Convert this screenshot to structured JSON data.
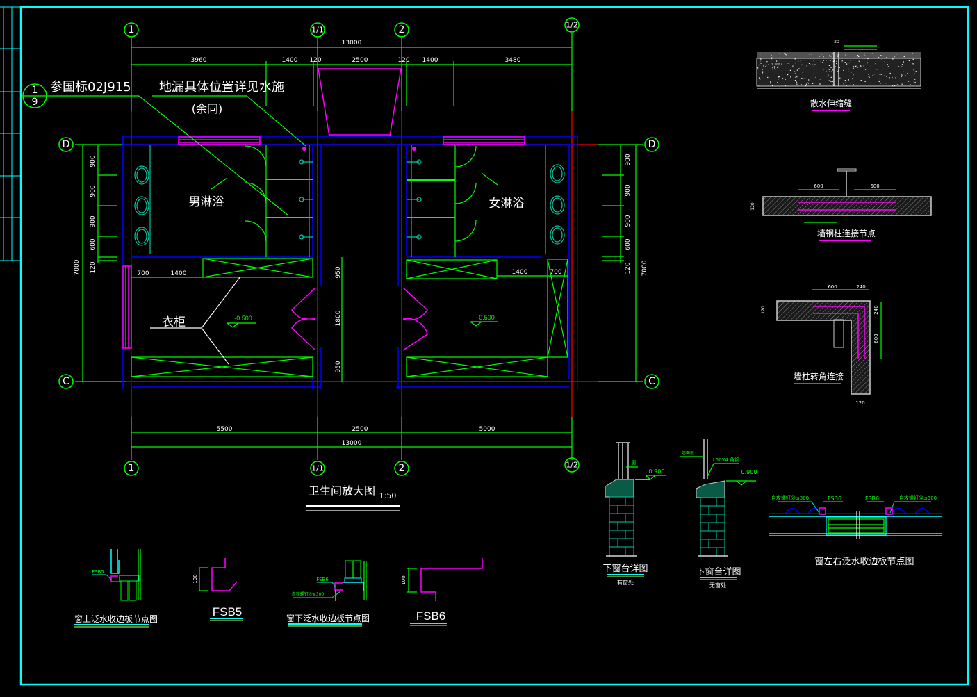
{
  "drawing": {
    "main_plan": {
      "title": "卫生间放大图",
      "scale": "1:50",
      "axes": {
        "vertical": [
          "1",
          "1/1",
          "2",
          "1/2"
        ],
        "horizontal": [
          "D",
          "C"
        ]
      },
      "dims_top_total": "13000",
      "dims_top_segments": [
        "3960",
        "1400",
        "120",
        "2500",
        "120",
        "1400",
        "3480"
      ],
      "dims_bottom_segments": [
        "5500",
        "2500",
        "5000"
      ],
      "dims_bottom_total": "13000",
      "dims_left": [
        "900",
        "900",
        "900",
        "600",
        "120"
      ],
      "dims_left_total": "7000",
      "dims_right": [
        "900",
        "900",
        "900",
        "600",
        "120"
      ],
      "dims_right_total": "7000",
      "dims_inner_left": [
        "700",
        "1400"
      ],
      "dims_inner_right": [
        "1400",
        "700"
      ],
      "dims_door_left": [
        "950",
        "1800",
        "950"
      ],
      "rooms": {
        "men_shower": "男淋浴",
        "women_shower": "女淋浴",
        "wardrobe": "衣柜"
      },
      "elevation_left": "-0.500",
      "elevation_right": "-0.500",
      "detail_ref_top": "1",
      "detail_ref_bottom": "9",
      "note_standard": "参国标02J915",
      "note_drain_line1": "地漏具体位置详见水施",
      "note_drain_line2": "(余同)"
    },
    "details": {
      "apron_joint": {
        "title": "散水伸缩缝",
        "dim": "20"
      },
      "wall_column": {
        "title": "墙钢柱连接节点",
        "dims": [
          "600",
          "600",
          "120"
        ]
      },
      "corner": {
        "title": "墙柱转角连接",
        "dims": [
          "600",
          "240",
          "120",
          "240",
          "600",
          "120"
        ]
      },
      "sill_with_window": {
        "title": "下窗台详图",
        "subtitle": "有窗处",
        "label": "窗",
        "elevation": "0.900"
      },
      "sill_no_window": {
        "title": "下窗台详图",
        "subtitle": "无窗处",
        "label_a": "墙面板",
        "label_b": "L50X4 角钢",
        "elevation": "0.900"
      },
      "side_flashing": {
        "title": "窗左右泛水收边板节点图",
        "label_left": "自攻螺钉@≤300",
        "label_right": "自攻螺钉@≤300",
        "fsb_left": "FSB6",
        "fsb_right": "FSB6"
      },
      "top_flashing": {
        "title": "窗上泛水收边板节点图",
        "fsb": "FSB5"
      },
      "fsb5": {
        "title": "FSB5",
        "dim": "100"
      },
      "bottom_flashing": {
        "title": "窗下泛水收边板节点图",
        "fsb": "FSB6",
        "screw": "自攻螺钉@≤300"
      },
      "fsb6": {
        "title": "FSB6",
        "dim": "100"
      }
    }
  }
}
